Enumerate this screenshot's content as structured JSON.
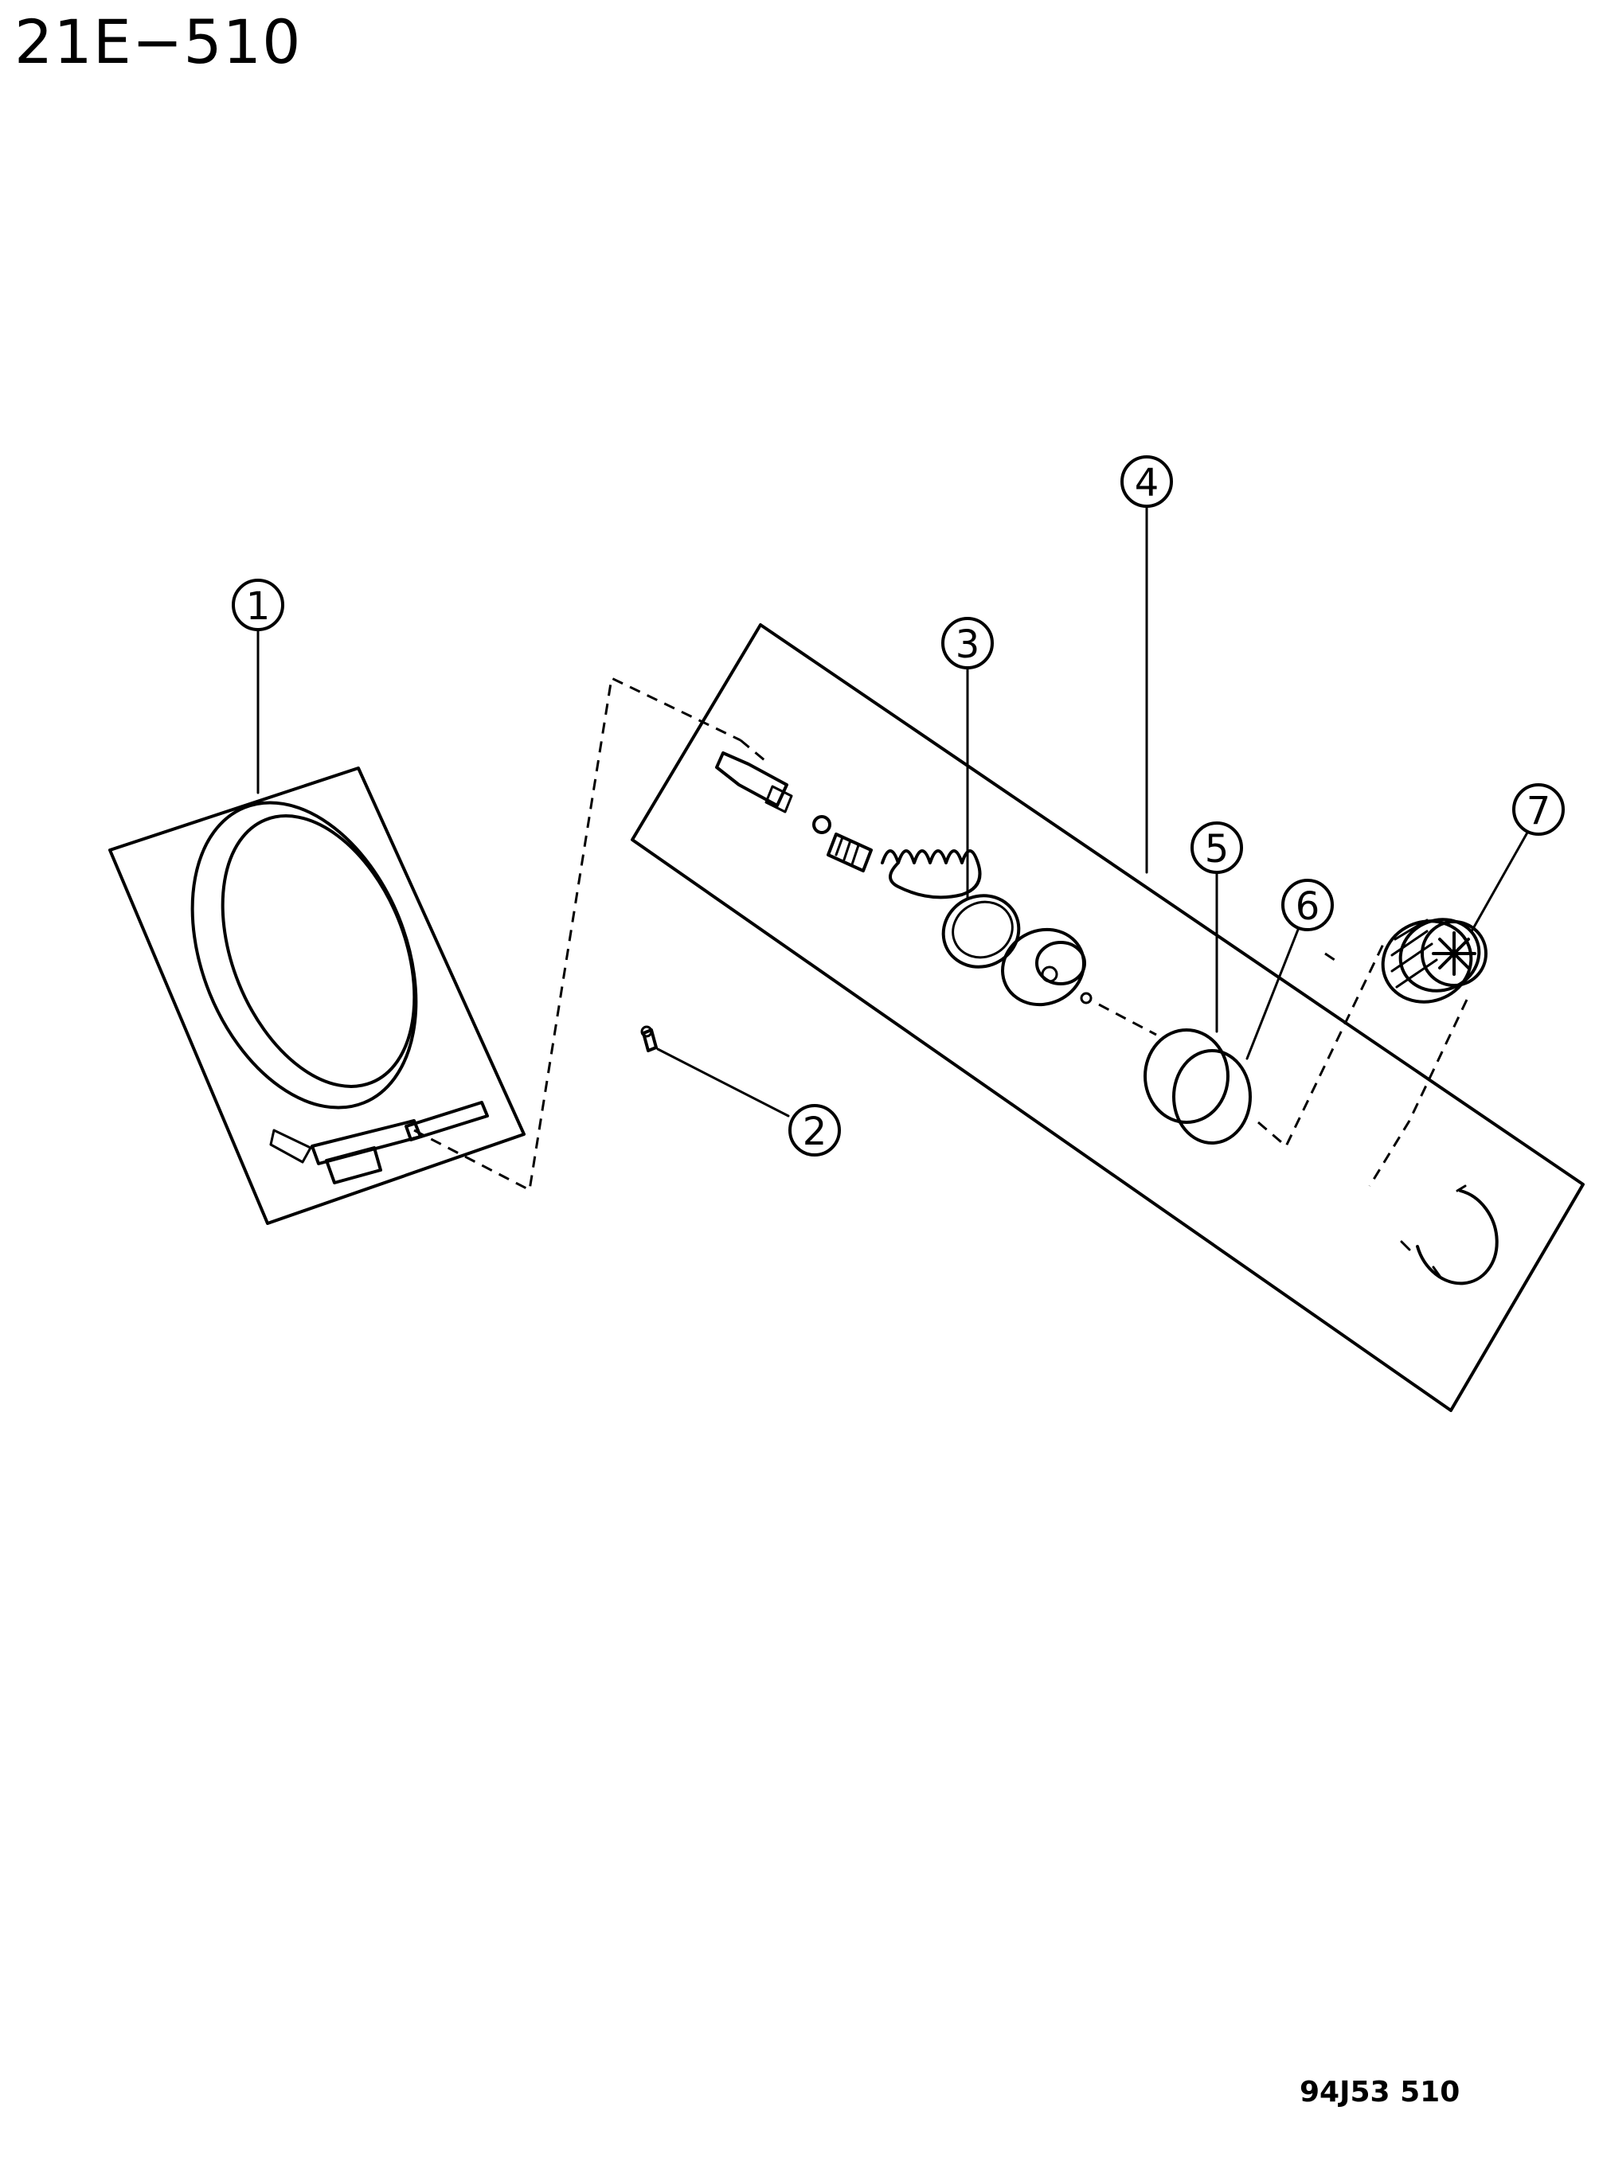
{
  "header": {
    "page_code": "21E−510"
  },
  "footer": {
    "figure_code": "94J53  510"
  },
  "callouts": [
    {
      "id": "1",
      "label": "1"
    },
    {
      "id": "2",
      "label": "2"
    },
    {
      "id": "3",
      "label": "3"
    },
    {
      "id": "4",
      "label": "4"
    },
    {
      "id": "5",
      "label": "5"
    },
    {
      "id": "6",
      "label": "6"
    },
    {
      "id": "7",
      "label": "7"
    }
  ]
}
